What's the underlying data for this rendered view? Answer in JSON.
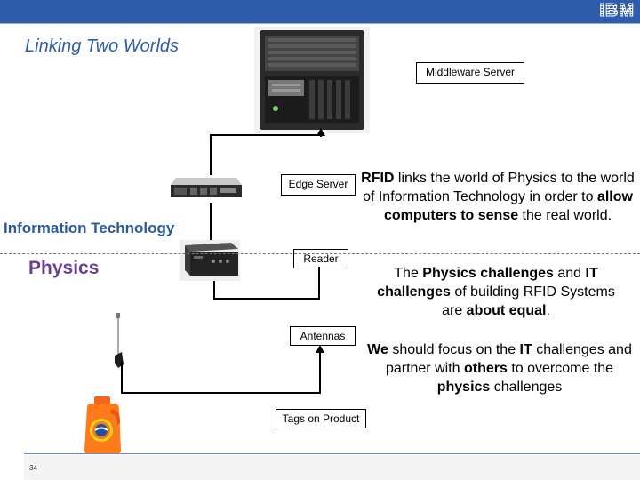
{
  "brand": {
    "logo": "IBM"
  },
  "title": "Linking Two Worlds",
  "labels": {
    "middleware_server": "Middleware Server",
    "edge_server": "Edge Server",
    "reader": "Reader",
    "antennas": "Antennas",
    "tags_on_product": "Tags on Product"
  },
  "zones": {
    "information_technology": "Information Technology",
    "physics": "Physics"
  },
  "right_text": {
    "p1": [
      {
        "t": "RFID",
        "b": true
      },
      {
        "t": " links the world of Physics to the world of Information Technology in order to ",
        "b": false
      },
      {
        "t": "allow computers to sense",
        "b": true
      },
      {
        "t": " the real world.",
        "b": false
      }
    ],
    "p2": [
      {
        "t": "The ",
        "b": false
      },
      {
        "t": "Physics challenges",
        "b": true
      },
      {
        "t": " and ",
        "b": false
      },
      {
        "t": "IT challenges",
        "b": true
      },
      {
        "t": " of building RFID Systems are ",
        "b": false
      },
      {
        "t": "about equal",
        "b": true
      },
      {
        "t": ".",
        "b": false
      }
    ],
    "p3": [
      {
        "t": "We",
        "b": true
      },
      {
        "t": " should focus on the ",
        "b": false
      },
      {
        "t": "IT",
        "b": true
      },
      {
        "t": " challenges and partner with ",
        "b": false
      },
      {
        "t": "others",
        "b": true
      },
      {
        "t": " to overcome the ",
        "b": false
      },
      {
        "t": "physics",
        "b": true
      },
      {
        "t": " challenges",
        "b": false
      }
    ]
  },
  "page_number": "34"
}
